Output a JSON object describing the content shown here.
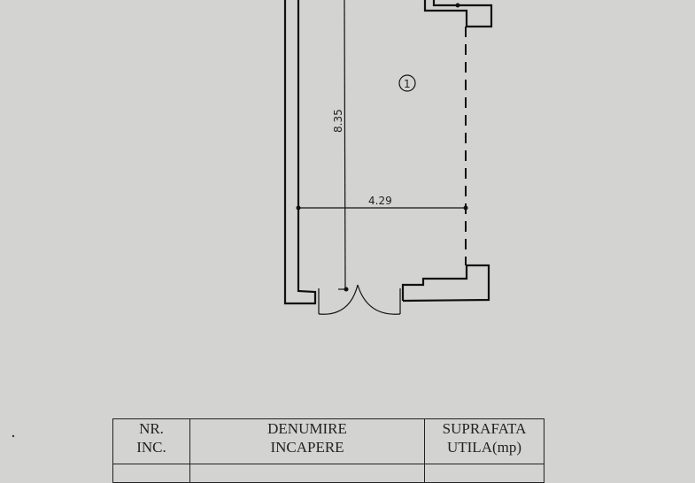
{
  "plan": {
    "room_number": "1",
    "dimension_length": "8.35",
    "dimension_width": "4.29"
  },
  "table": {
    "headers": [
      {
        "line1": "NR.",
        "line2": "INC."
      },
      {
        "line1": "DENUMIRE",
        "line2": "INCAPERE"
      },
      {
        "line1": "SUPRAFATA",
        "line2": "UTILA(mp)"
      }
    ]
  }
}
